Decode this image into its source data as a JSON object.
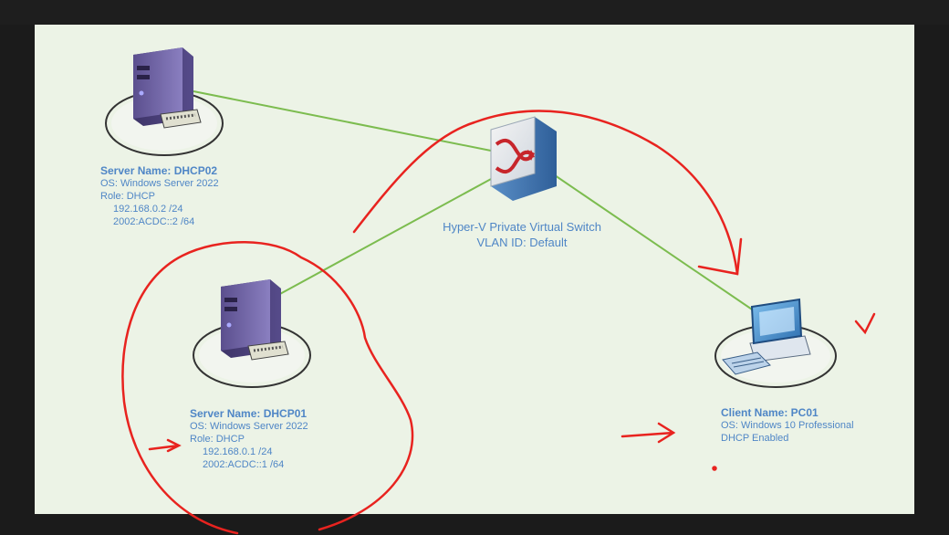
{
  "nodes": {
    "dhcp02": {
      "title": "Server Name: DHCP02",
      "os": "OS: Windows Server 2022",
      "role": "Role: DHCP",
      "ipv4": "192.168.0.2 /24",
      "ipv6": "2002:ACDC::2 /64",
      "icon": "server-tower-icon"
    },
    "dhcp01": {
      "title": "Server Name: DHCP01",
      "os": "OS: Windows Server 2022",
      "role": "Role: DHCP",
      "ipv4": "192.168.0.1 /24",
      "ipv6": "2002:ACDC::1 /64",
      "icon": "server-tower-icon"
    },
    "pc01": {
      "title": "Client Name: PC01",
      "os": "OS: Windows 10 Professional",
      "note": "DHCP Enabled",
      "icon": "desktop-computer-icon"
    },
    "switch": {
      "line1": "Hyper-V Private Virtual Switch",
      "line2": "VLAN ID: Default",
      "icon": "network-switch-icon"
    }
  },
  "colors": {
    "background": "#ecf3e6",
    "link": "#7cbc4f",
    "text": "#4f86c6",
    "annotation": "#e8231f"
  },
  "annotations": {
    "checkmark": "✓"
  }
}
